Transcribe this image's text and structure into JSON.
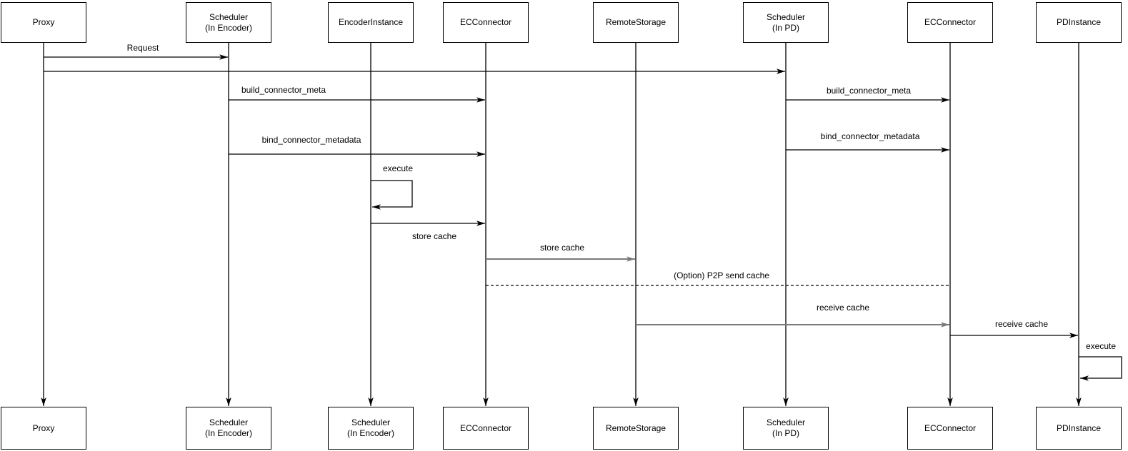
{
  "colors": {
    "line": "#000000",
    "gray_line": "#7a7a7a",
    "background": "#ffffff",
    "box_fill": "#ffffff",
    "text": "#000000"
  },
  "actors": [
    {
      "id": "proxy",
      "top_label": "Proxy",
      "bottom_label": "Proxy"
    },
    {
      "id": "scheduler-encoder",
      "top_label": "Scheduler\n(In Encoder)",
      "bottom_label": "Scheduler\n(In Encoder)"
    },
    {
      "id": "encoder-instance",
      "top_label": "EncoderInstance",
      "bottom_label": "Scheduler\n(In Encoder)"
    },
    {
      "id": "ec-connector-1",
      "top_label": "ECConnector",
      "bottom_label": "ECConnector"
    },
    {
      "id": "remote-storage",
      "top_label": "RemoteStorage",
      "bottom_label": "RemoteStorage"
    },
    {
      "id": "scheduler-pd",
      "top_label": "Scheduler\n(In PD)",
      "bottom_label": "Scheduler\n(In PD)"
    },
    {
      "id": "ec-connector-2",
      "top_label": "ECConnector",
      "bottom_label": "ECConnector"
    },
    {
      "id": "pd-instance",
      "top_label": "PDInstance",
      "bottom_label": "PDInstance"
    }
  ],
  "messages": {
    "request": "Request",
    "build_connector_meta_encoder": "build_connector_meta",
    "bind_connector_metadata_encoder": "bind_connector_metadata",
    "execute_encoder": "execute",
    "store_cache_to_connector": "store cache",
    "store_cache_to_remote": "store cache",
    "build_connector_meta_pd": "build_connector_meta",
    "bind_connector_metadata_pd": "bind_connector_metadata",
    "p2p_send_cache": "(Option) P2P send cache",
    "receive_cache_from_remote": "receive cache",
    "receive_cache_to_pd": "receive cache",
    "execute_pd": "execute"
  }
}
